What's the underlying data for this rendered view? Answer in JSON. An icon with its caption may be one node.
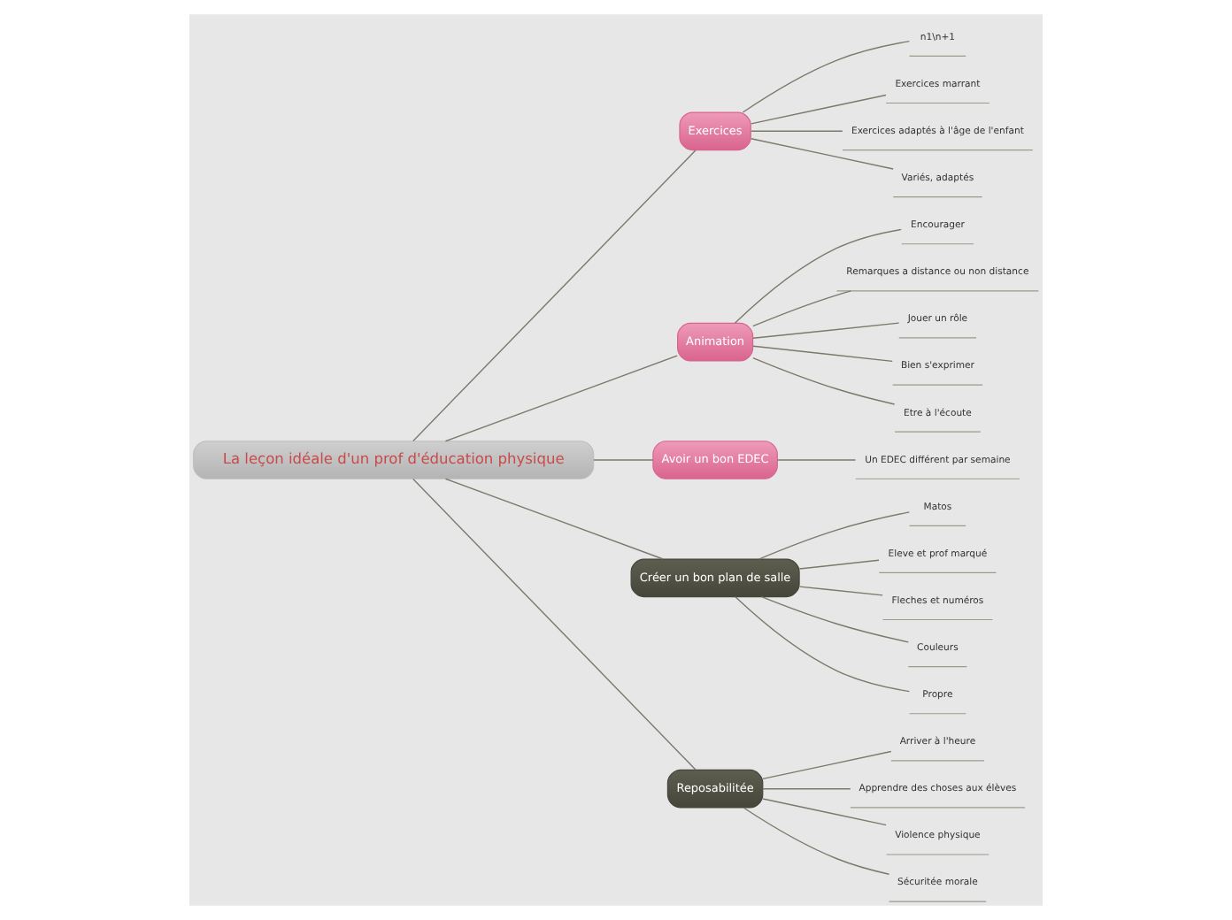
{
  "diagram": {
    "nodes": [
      {
        "text": [
          "La leçon idéale d'un prof d'éducation physique"
        ]
      },
      {
        "text": [
          "Exercices"
        ]
      },
      {
        "text": [
          "n1\\n+1"
        ]
      },
      {
        "text": [
          "Exercices marrant"
        ]
      },
      {
        "text": [
          "Exercices adaptés à l'âge de l'enfant"
        ]
      },
      {
        "text": [
          "Variés, adaptés"
        ]
      },
      {
        "text": [
          "Animation"
        ]
      },
      {
        "text": [
          "Encourager"
        ]
      },
      {
        "text": [
          "Remarques a distance ou non distance"
        ]
      },
      {
        "text": [
          "Jouer un rôle"
        ]
      },
      {
        "text": [
          "Bien s'exprimer"
        ]
      },
      {
        "text": [
          "Etre à l'écoute"
        ]
      },
      {
        "text": [
          "Avoir un bon EDEC"
        ]
      },
      {
        "text": [
          "Un EDEC différent par semaine"
        ]
      },
      {
        "text": [
          "Créer un bon plan de salle"
        ]
      },
      {
        "text": [
          "Matos"
        ]
      },
      {
        "text": [
          "Eleve et prof marqué"
        ]
      },
      {
        "text": [
          "Fleches et numéros"
        ]
      },
      {
        "text": [
          "Couleurs"
        ]
      },
      {
        "text": [
          "Propre"
        ]
      },
      {
        "text": [
          "Reposabilitée"
        ]
      },
      {
        "text": [
          "Arriver à l'heure"
        ]
      },
      {
        "text": [
          "Apprendre des choses aux élèves"
        ]
      },
      {
        "text": [
          "Violence physique"
        ]
      },
      {
        "text": [
          "Sécuritée morale"
        ]
      }
    ],
    "edges": [
      {
        "from": 0,
        "to": 1,
        "arrow": "none"
      },
      {
        "from": 1,
        "to": 2,
        "arrow": "none"
      },
      {
        "from": 1,
        "to": 3,
        "arrow": "none"
      },
      {
        "from": 1,
        "to": 4,
        "arrow": "none"
      },
      {
        "from": 1,
        "to": 5,
        "arrow": "none"
      },
      {
        "from": 0,
        "to": 6,
        "arrow": "none"
      },
      {
        "from": 6,
        "to": 7,
        "arrow": "none"
      },
      {
        "from": 6,
        "to": 8,
        "arrow": "none"
      },
      {
        "from": 6,
        "to": 9,
        "arrow": "none"
      },
      {
        "from": 6,
        "to": 10,
        "arrow": "none"
      },
      {
        "from": 6,
        "to": 11,
        "arrow": "none"
      },
      {
        "from": 0,
        "to": 12,
        "arrow": "none"
      },
      {
        "from": 12,
        "to": 13,
        "arrow": "none"
      },
      {
        "from": 0,
        "to": 14,
        "arrow": "none"
      },
      {
        "from": 14,
        "to": 15,
        "arrow": "none"
      },
      {
        "from": 14,
        "to": 16,
        "arrow": "none"
      },
      {
        "from": 14,
        "to": 17,
        "arrow": "none"
      },
      {
        "from": 14,
        "to": 18,
        "arrow": "none"
      },
      {
        "from": 14,
        "to": 19,
        "arrow": "none"
      },
      {
        "from": 0,
        "to": 20,
        "arrow": "none"
      },
      {
        "from": 20,
        "to": 21,
        "arrow": "none"
      },
      {
        "from": 20,
        "to": 22,
        "arrow": "none"
      },
      {
        "from": 20,
        "to": 23,
        "arrow": "none"
      },
      {
        "from": 20,
        "to": 24,
        "arrow": "none"
      }
    ]
  }
}
